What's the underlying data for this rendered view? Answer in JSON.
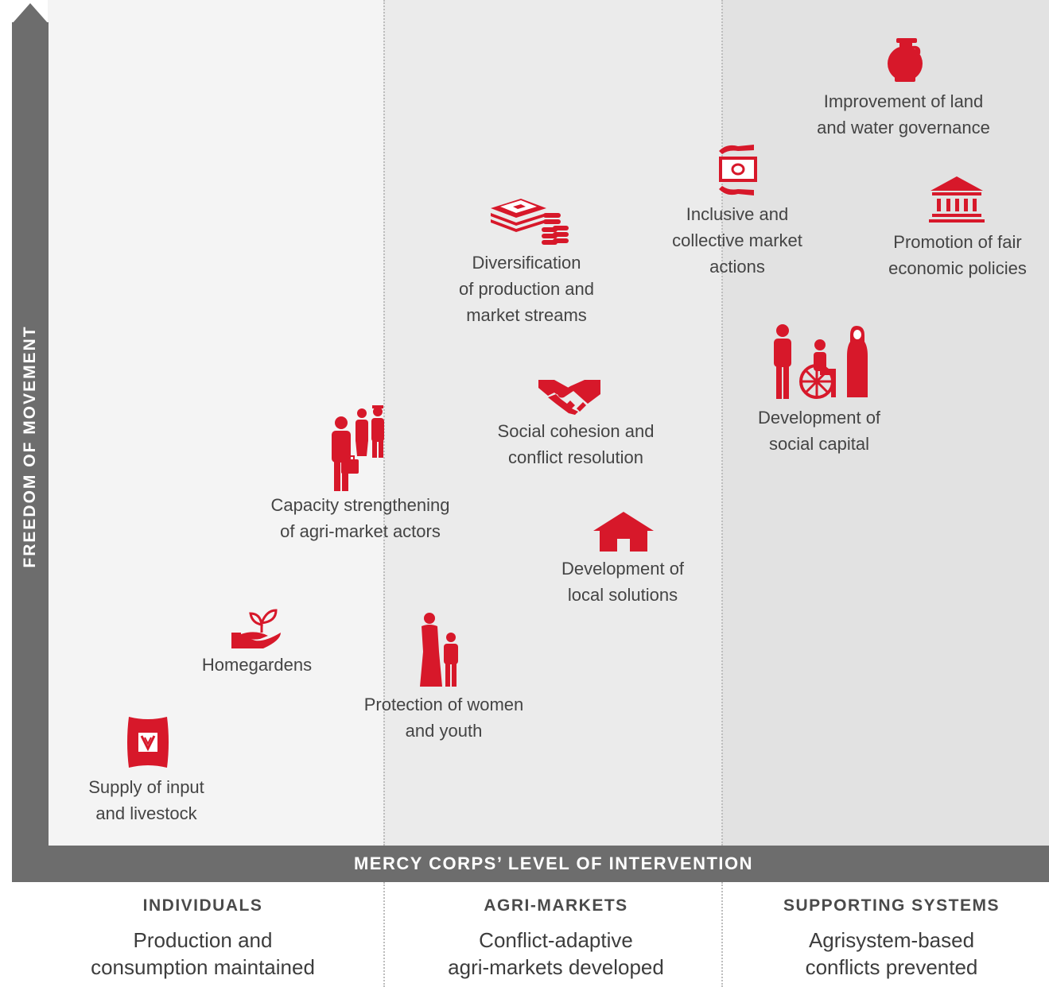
{
  "y_axis_title": "FREEDOM OF MOVEMENT",
  "x_axis_title": "MERCY CORPS’ LEVEL OF INTERVENTION",
  "columns": [
    {
      "heading": "INDIVIDUALS",
      "line1": "Production and",
      "line2": "consumption maintained"
    },
    {
      "heading": "AGRI-MARKETS",
      "line1": "Conflict-adaptive",
      "line2": "agri-markets developed"
    },
    {
      "heading": "SUPPORTING SYSTEMS",
      "line1": "Agrisystem-based",
      "line2": "conflicts prevented"
    }
  ],
  "items": {
    "land_water": {
      "line1": "Improvement of land",
      "line2": "and water governance",
      "icon": "water-jar-icon"
    },
    "inclusive_market": {
      "line1": "Inclusive and",
      "line2": "collective market",
      "line3": "actions",
      "icon": "hands-money-icon"
    },
    "fair_policies": {
      "line1": "Promotion of fair",
      "line2": "economic policies",
      "icon": "government-building-icon"
    },
    "diversification": {
      "line1": "Diversification",
      "line2": "of production and",
      "line3": "market streams",
      "icon": "money-coins-icon"
    },
    "social_capital": {
      "line1": "Development of",
      "line2": "social capital",
      "icon": "community-people-icon"
    },
    "social_cohesion": {
      "line1": "Social cohesion and",
      "line2": "conflict resolution",
      "icon": "handshake-icon"
    },
    "capacity": {
      "line1": "Capacity strengthening",
      "line2": "of agri-market actors",
      "icon": "workers-group-icon"
    },
    "local_solutions": {
      "line1": "Development of",
      "line2": "local solutions",
      "icon": "house-icon"
    },
    "homegardens": {
      "line1": "Homegardens",
      "icon": "seedling-hand-icon"
    },
    "women_youth": {
      "line1": "Protection of women",
      "line2": "and youth",
      "icon": "woman-child-icon"
    },
    "supply_input": {
      "line1": "Supply of input",
      "line2": "and livestock",
      "icon": "seed-bag-icon"
    }
  },
  "colors": {
    "accent": "#d7182a",
    "axis": "#6d6d6d",
    "text": "#444444"
  }
}
